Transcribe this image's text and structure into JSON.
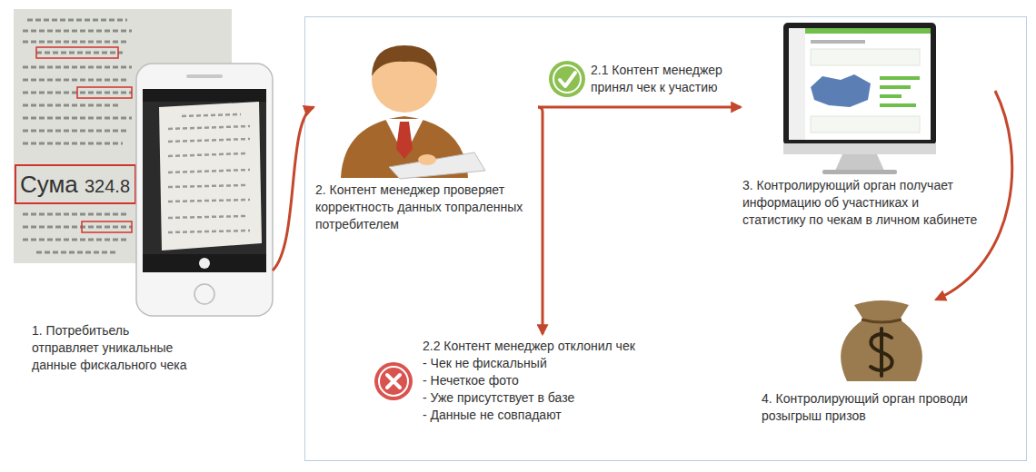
{
  "diagram": {
    "nodes": [
      {
        "text": [
          "1. Потребитьель отправляет уникальные данные фискального чека"
        ]
      },
      {
        "text": [
          "2. Контент менеджер проверяет корректность данных топраленных потребителем"
        ]
      },
      {
        "text": [
          "2.2 Контент менеджер отклонил чек",
          "- Чек не фискальный",
          "- Нечеткое фото",
          "- Уже присутствует в базе",
          "- Данные не совпадают"
        ]
      },
      {
        "text": [
          "3. Контролирующий орган получает информацию об участниках и статистику по чекам в личном кабинете"
        ]
      },
      {
        "text": [
          "4. Контролирующий орган проводи розыгрыш призов"
        ]
      }
    ],
    "edges": [
      {
        "from": 0,
        "to": 1,
        "arrow": "to"
      },
      {
        "from": 1,
        "to": 3,
        "label": "2.1 Контент менеджер принял чек к участию",
        "arrow": "to"
      },
      {
        "from": 1,
        "to": 2,
        "arrow": "to"
      },
      {
        "from": 3,
        "to": 4,
        "arrow": "to"
      }
    ],
    "labels": [
      "Сума",
      "324.8"
    ]
  }
}
